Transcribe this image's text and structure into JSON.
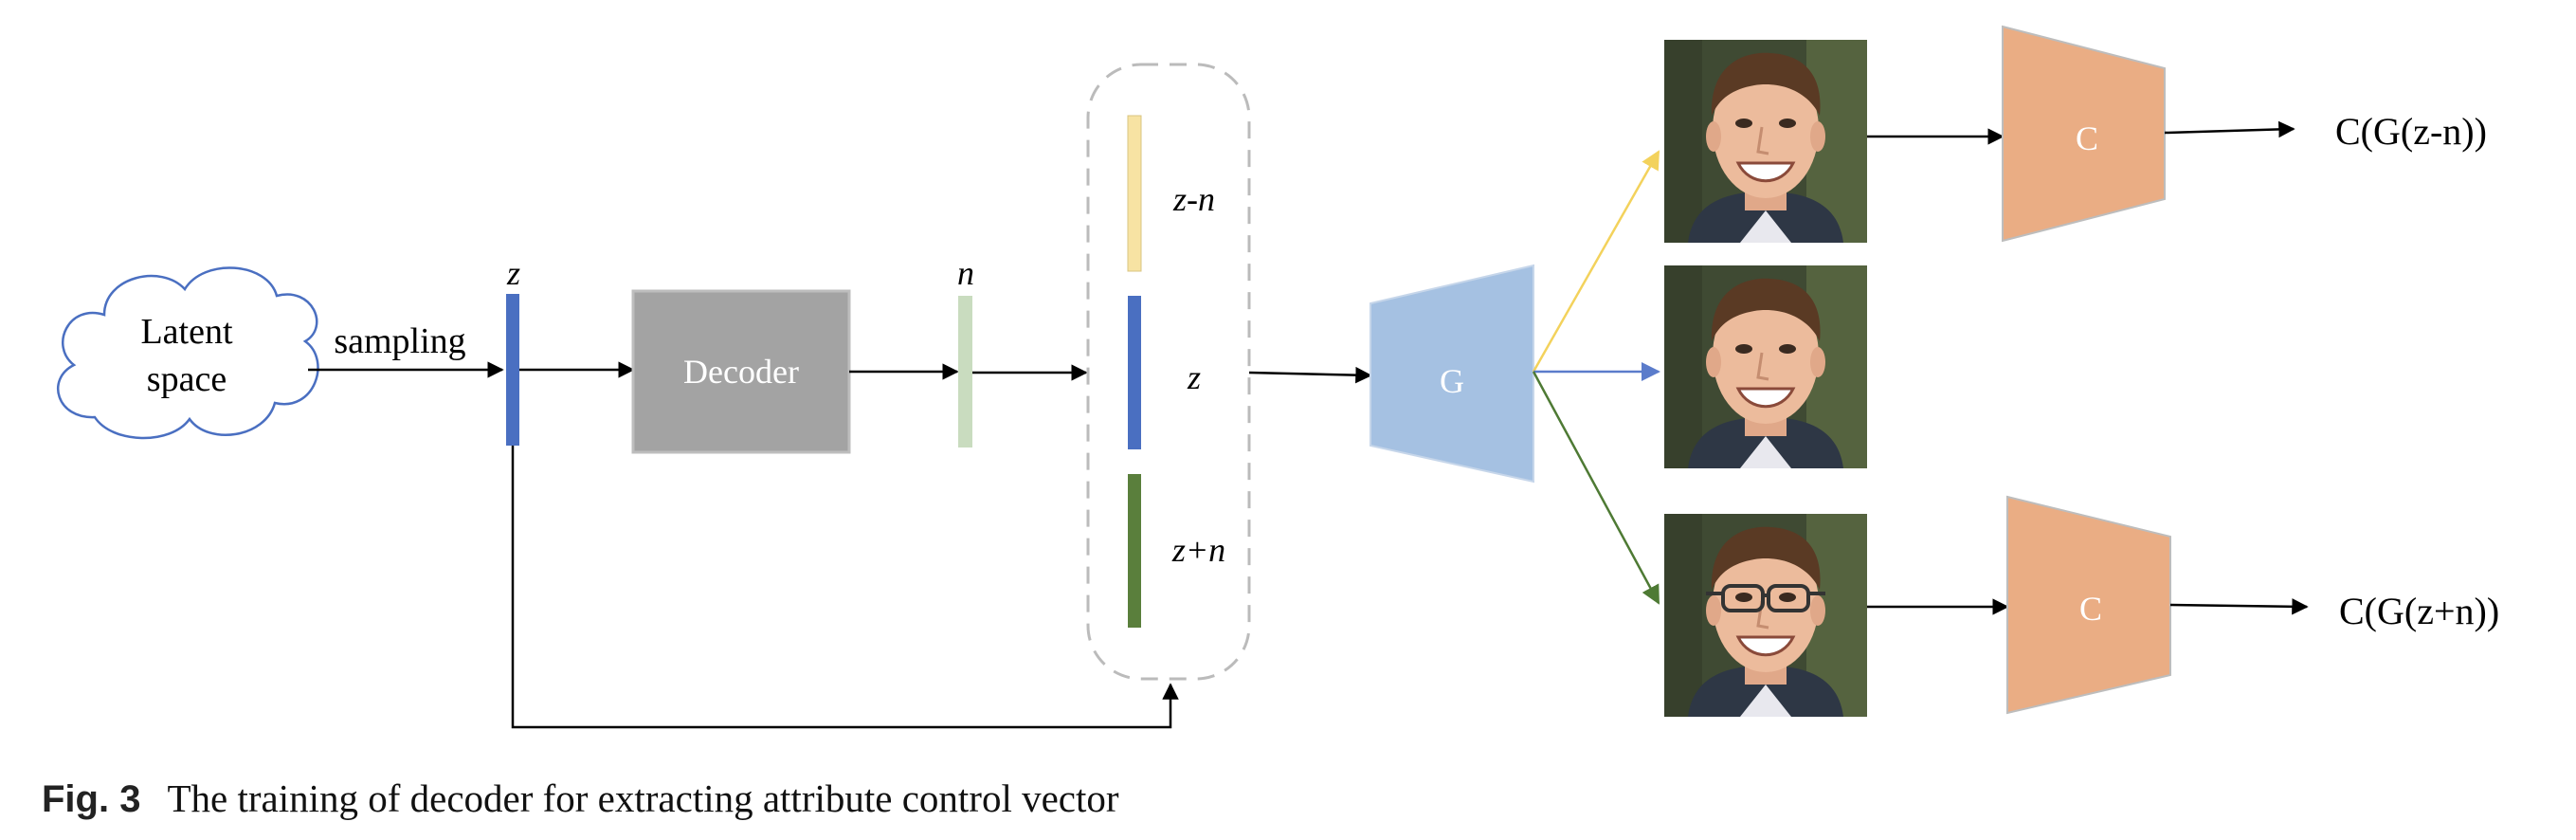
{
  "figure": {
    "labels": {
      "latent_line1": "Latent",
      "latent_line2": "space",
      "sampling": "sampling",
      "z_top": "z",
      "decoder": "Decoder",
      "n_top": "n",
      "vec_minus": "z-n",
      "vec_center": "z",
      "vec_plus": "z+n",
      "generator": "G",
      "classifier_top": "C",
      "classifier_bottom": "C",
      "output_top": "C(G(z-n))",
      "output_bottom": "C(G(z+n))"
    },
    "colors": {
      "z_vector": "#4a6fc1",
      "n_vector": "#c9dcbf",
      "minus_vector": "#f7e3a3",
      "plus_vector": "#5a7f3c",
      "decoder_fill": "#a3a3a3",
      "generator_fill": "#a5c1e2",
      "classifier_fill": "#eaad84",
      "arrow_yellow": "#f3d25c",
      "arrow_blue": "#5b7ccb",
      "arrow_green": "#4e7a34"
    },
    "faces": [
      {
        "name": "face-top",
        "glasses": false
      },
      {
        "name": "face-middle",
        "glasses": false
      },
      {
        "name": "face-bottom",
        "glasses": true
      }
    ]
  },
  "caption": {
    "figure_number": "Fig. 3",
    "text": "The training of decoder for extracting attribute control vector"
  }
}
